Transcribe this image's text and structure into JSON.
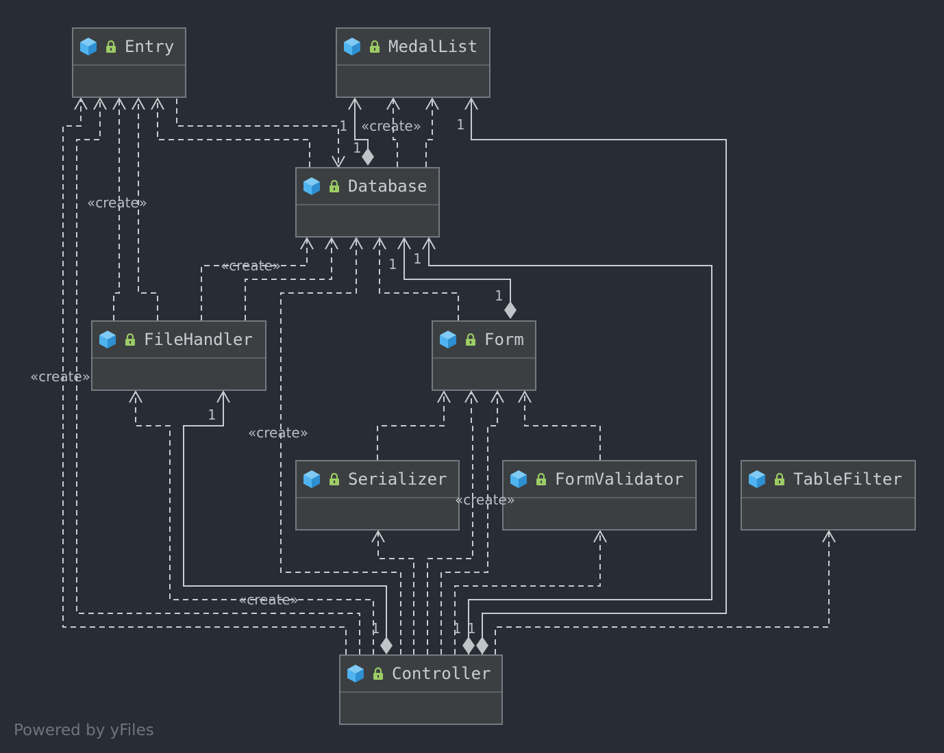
{
  "classes": [
    {
      "name": "Entry"
    },
    {
      "name": "MedalList"
    },
    {
      "name": "Database"
    },
    {
      "name": "FileHandler"
    },
    {
      "name": "Form"
    },
    {
      "name": "Serializer"
    },
    {
      "name": "FormValidator"
    },
    {
      "name": "TableFilter"
    },
    {
      "name": "Controller"
    }
  ],
  "labels": {
    "create": "«create»",
    "one": "1"
  },
  "footer": "Powered by yFiles",
  "colors": {
    "background": "#282c34",
    "node_fill": "#3c3f41",
    "node_border": "#747a80",
    "edge": "#c8cdd2",
    "class_icon": "#4fb3f0",
    "lock_icon": "#9ccc65"
  }
}
